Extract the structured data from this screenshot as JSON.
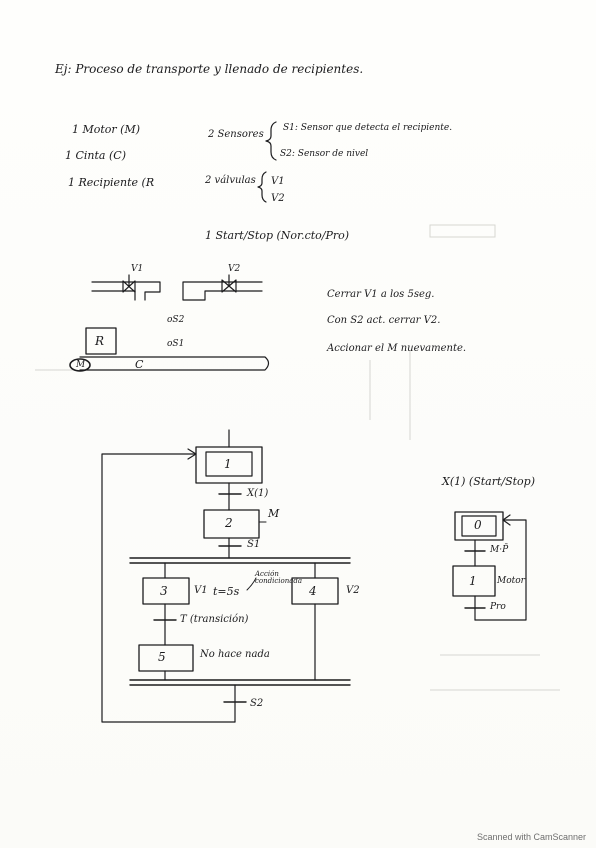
{
  "title": "Ej: Proceso de transporte y llenado de recipientes.",
  "components": [
    "1 Motor (M)",
    "1 Cinta (C)",
    "1 Recipiente (R"
  ],
  "sensors": {
    "label": "2 Sensores",
    "s1": "S1: Sensor que detecta el recipiente.",
    "s2": "S2: Sensor de nivel"
  },
  "valves": {
    "label": "2 válvulas",
    "v1": "V1",
    "v2": "V2"
  },
  "start_stop": "1 Start/Stop (Nor.cto/Pro)",
  "sketch": {
    "v1": "V1",
    "v2": "V2",
    "s2": "oS2",
    "s1": "oS1",
    "r": "R",
    "m": "M",
    "c": "C"
  },
  "notes": [
    "Cerrar V1 a los 5seg.",
    "Con S2 act. cerrar V2.",
    "Accionar el M nuevamente."
  ],
  "grafcet_main": {
    "step1": "1",
    "t1": "X(1)",
    "step2": "2",
    "action2": "M",
    "t2": "S1",
    "step3": "3",
    "action3": "V1",
    "timer": "t=5s",
    "accion_cond": "Acción condicionada",
    "step4": "4",
    "action4": "V2",
    "t3": "T (transición)",
    "step5": "5",
    "action5": "No hace nada",
    "t4": "S2"
  },
  "grafcet_secondary": {
    "title": "X(1) (Start/Stop)",
    "step0": "0",
    "t1": "M·P̄",
    "step1": "1",
    "action1": "Motor",
    "t2": "Pro"
  },
  "footer": "Scanned with CamScanner"
}
